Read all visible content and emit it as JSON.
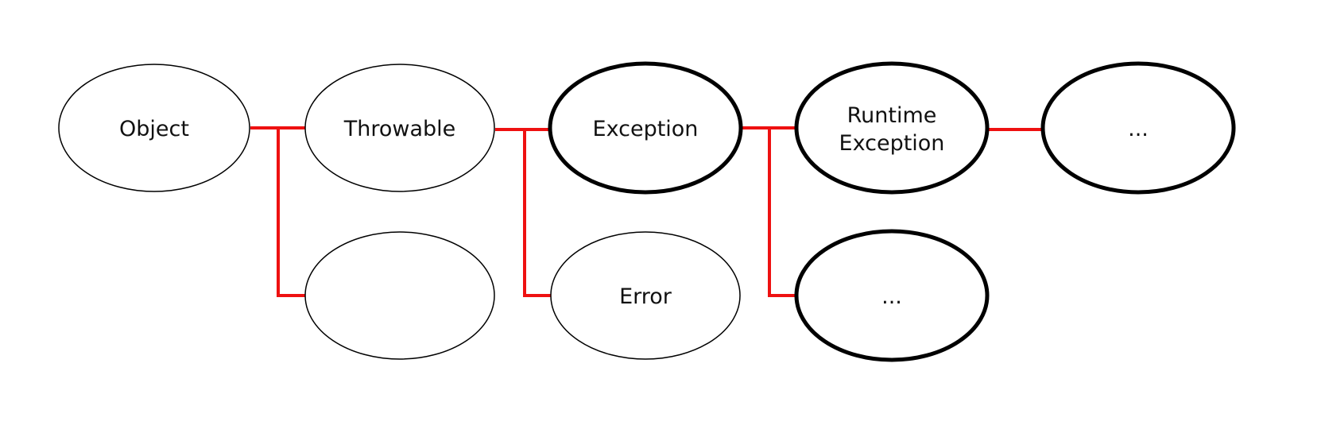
{
  "colors": {
    "connector": "#ee1111",
    "outline": "#000000",
    "fill": "#ffffff",
    "text": "#111111"
  },
  "nodes": {
    "object": {
      "lines": [
        "Object"
      ],
      "emphasis": false
    },
    "throwable": {
      "lines": [
        "Throwable"
      ],
      "emphasis": false
    },
    "blank": {
      "lines": [],
      "emphasis": false
    },
    "exception": {
      "lines": [
        "Exception"
      ],
      "emphasis": true
    },
    "error": {
      "lines": [
        "Error"
      ],
      "emphasis": false
    },
    "runtime_exception": {
      "lines": [
        "Runtime",
        "Exception"
      ],
      "emphasis": true
    },
    "exception_other": {
      "lines": [
        "..."
      ],
      "emphasis": true
    },
    "runtime_child": {
      "lines": [
        "..."
      ],
      "emphasis": true
    }
  },
  "edges": [
    {
      "from": "object",
      "to": "throwable"
    },
    {
      "from": "object",
      "to": "blank"
    },
    {
      "from": "throwable",
      "to": "exception"
    },
    {
      "from": "throwable",
      "to": "error"
    },
    {
      "from": "exception",
      "to": "runtime_exception"
    },
    {
      "from": "exception",
      "to": "exception_other"
    },
    {
      "from": "runtime_exception",
      "to": "runtime_child"
    }
  ]
}
